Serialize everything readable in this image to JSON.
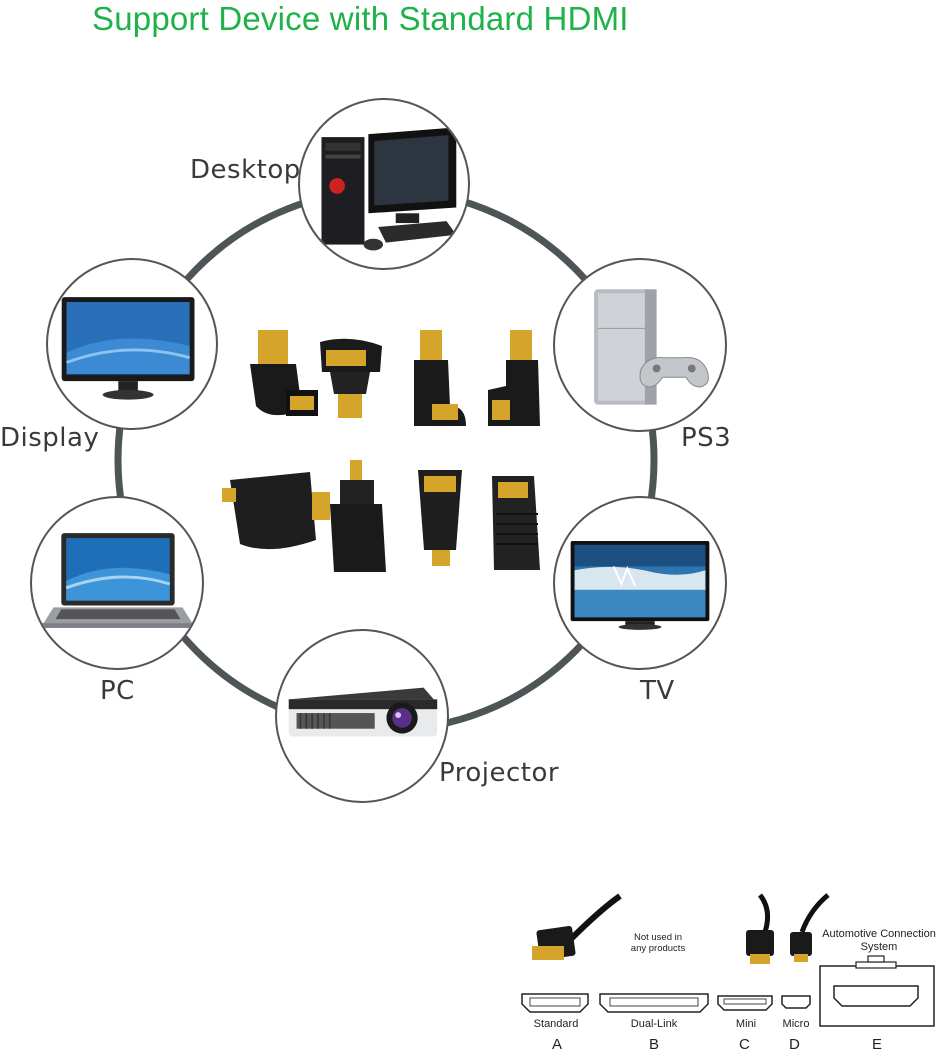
{
  "title": "Support Device with Standard HDMI",
  "devices": {
    "desktop": "Desktop",
    "ps3": "PS3",
    "display": "Display",
    "tv": "TV",
    "pc": "PC",
    "projector": "Projector"
  },
  "connectors": {
    "note": "Not used in any products",
    "automotive": "Automotive Connection System",
    "types": [
      {
        "name": "Standard",
        "letter": "A"
      },
      {
        "name": "Dual-Link",
        "letter": "B"
      },
      {
        "name": "Mini",
        "letter": "C"
      },
      {
        "name": "Micro",
        "letter": "D"
      },
      {
        "name": "",
        "letter": "E"
      }
    ]
  },
  "colors": {
    "title": "#1fb24a",
    "ring": "#555555",
    "gold": "#d4a52a"
  }
}
